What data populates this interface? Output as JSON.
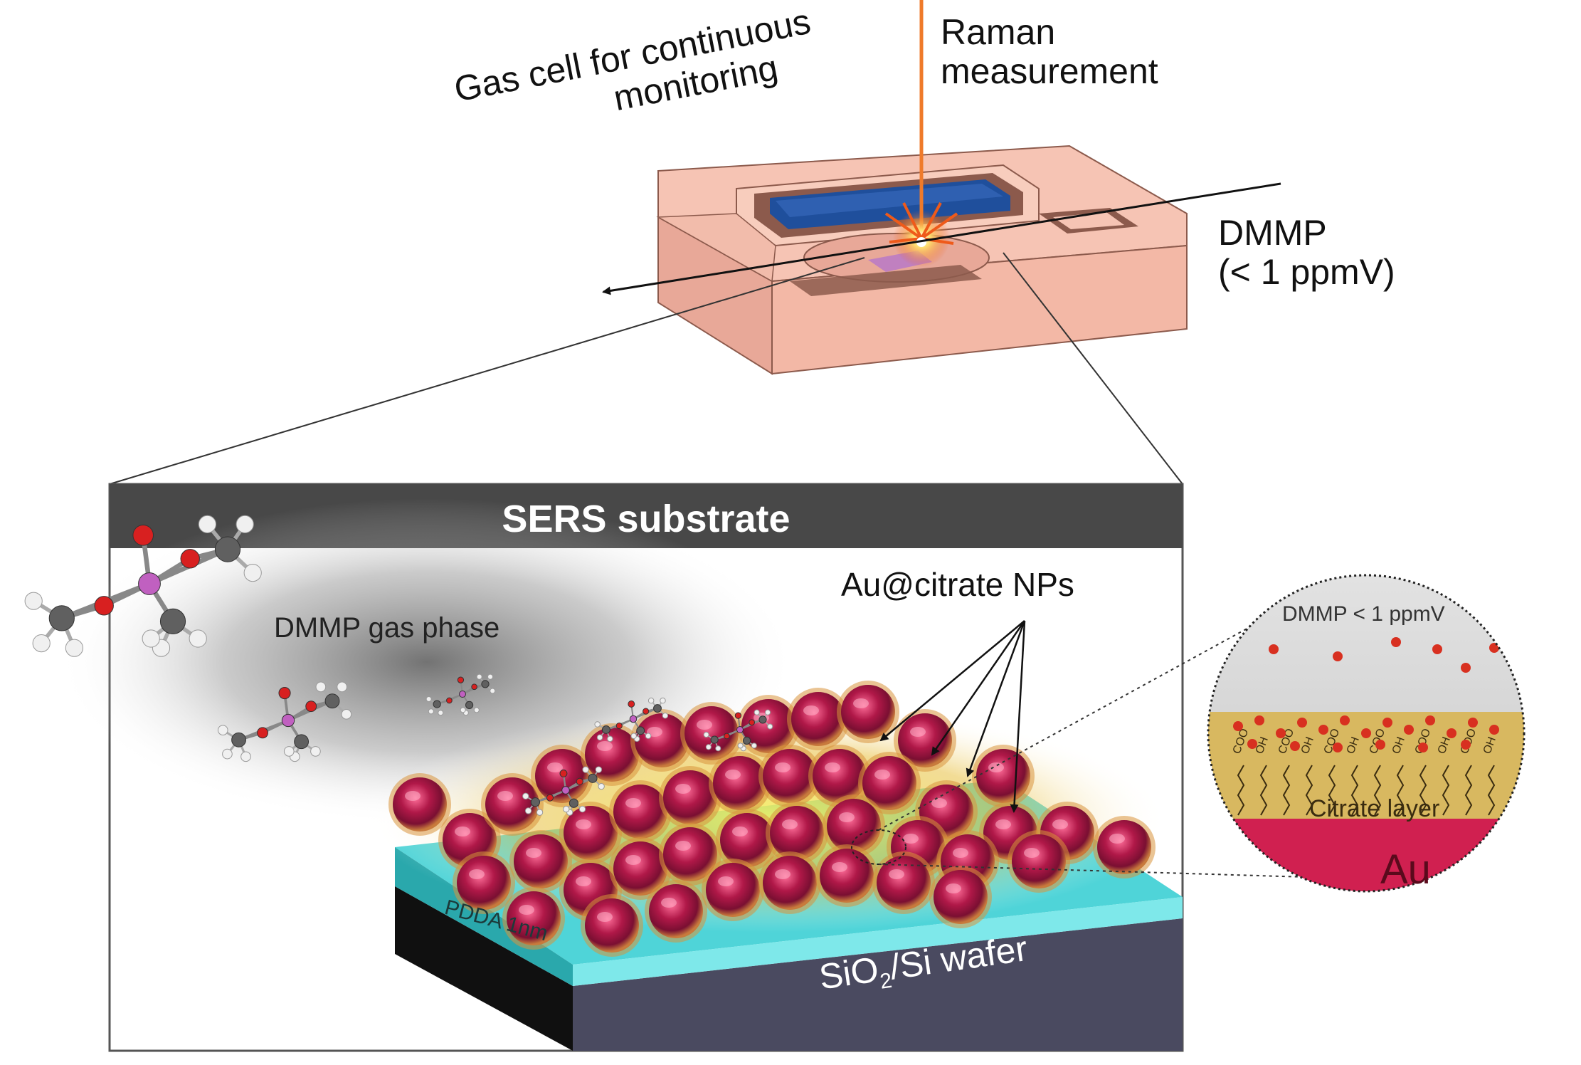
{
  "labels": {
    "gas_cell_line1": "Gas cell for continuous",
    "gas_cell_line2": "monitoring",
    "raman_line1": "Raman",
    "raman_line2": "measurement",
    "dmmp_line1": "DMMP",
    "dmmp_line2": "(< 1 ppmV)",
    "sers_substrate": "SERS substrate",
    "dmmp_gas_phase": "DMMP gas phase",
    "au_citrate_nps": "Au@citrate NPs",
    "pdda": "PDDA 1nm",
    "wafer_prefix": "SiO",
    "wafer_sub": "2",
    "wafer_suffix": "/Si wafer",
    "inset_dmmp": "DMMP < 1 ppmV",
    "citrate_layer": "Citrate layer",
    "au": "Au",
    "coo": "COO",
    "oh": "OH"
  },
  "colors": {
    "cell_body": "#f6c4b4",
    "cell_edge": "#8c5a4c",
    "cell_window": "#1f4f9c",
    "laser": "#ef7a2a",
    "banner": "#484848",
    "nanoparticle": "#b01848",
    "nanoparticle_shell": "#c87a3c",
    "pdda": "#4fd4d8",
    "wafer_top": "#1a1a1a",
    "wafer_front": "#4a4a60",
    "citrate": "#d8b860",
    "gold_au": "#d02050",
    "dmmp_dot": "#d83020"
  }
}
